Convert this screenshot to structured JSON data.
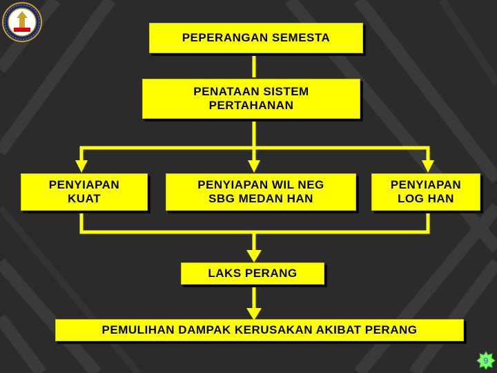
{
  "diagram": {
    "top": "PEPERANGAN SEMESTA",
    "second": "PENATAAN SISTEM\nPERTAHANAN",
    "left": "PENYIAPAN\nKUAT",
    "center": "PENYIAPAN WIL NEG\nSBG MEDAN HAN",
    "right": "PENYIAPAN\nLOG HAN",
    "laks": "LAKS PERANG",
    "bottom": "PEMULIHAN DAMPAK KERUSAKAN AKIBAT PERANG"
  },
  "page_number": "9",
  "colors": {
    "box": "#ffff00",
    "connector": "#ffff00",
    "background": "#2b2b2b"
  }
}
